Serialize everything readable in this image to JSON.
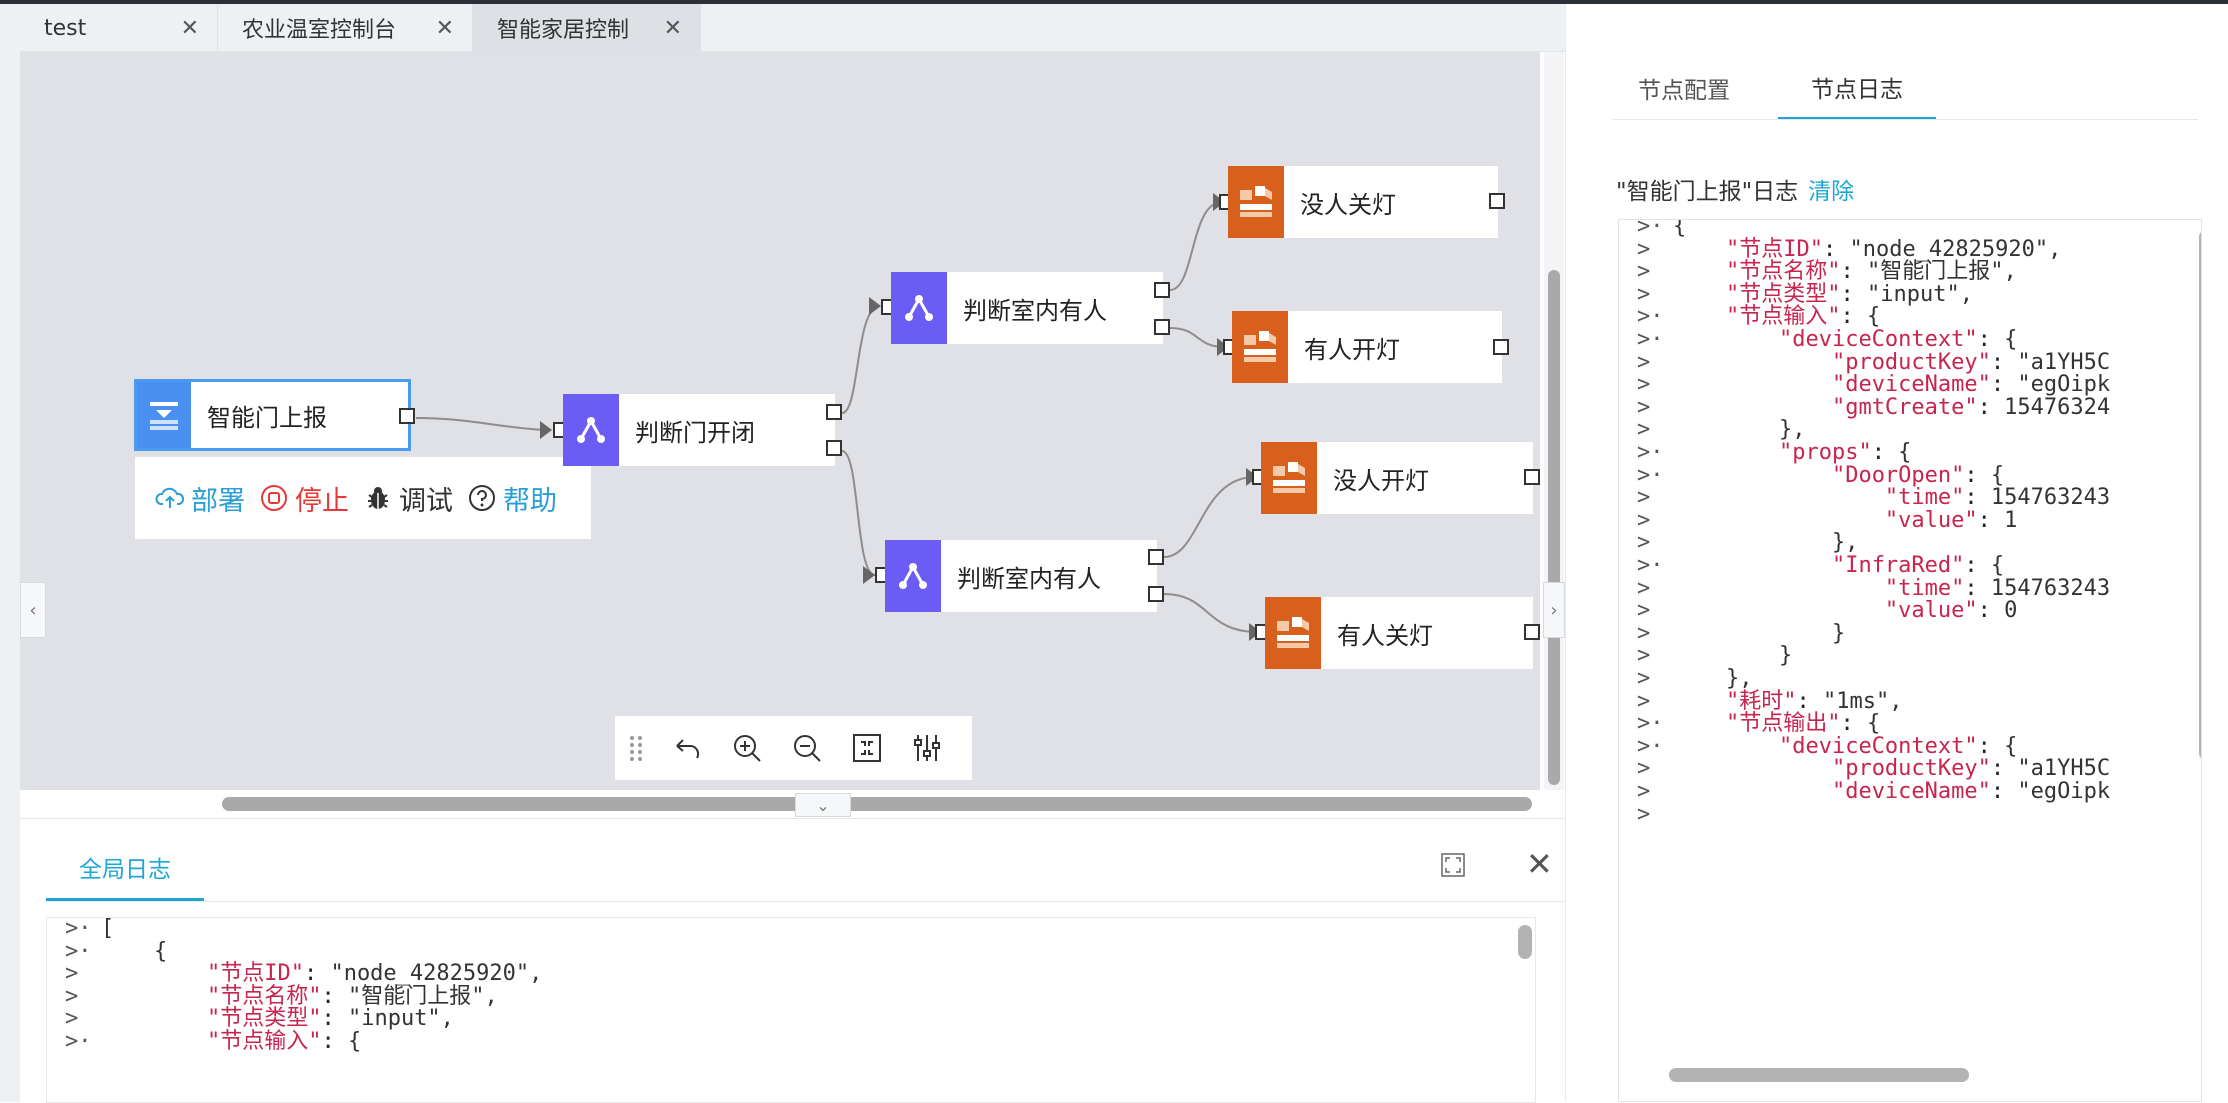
{
  "tabs": [
    {
      "label": "test"
    },
    {
      "label": "农业温室控制台"
    },
    {
      "label": "智能家居控制"
    }
  ],
  "nodes": {
    "n1": {
      "label": "智能门上报",
      "type": "input"
    },
    "n2": {
      "label": "判断门开闭",
      "type": "switch"
    },
    "n3": {
      "label": "判断室内有人",
      "type": "switch"
    },
    "n4": {
      "label": "判断室内有人",
      "type": "switch"
    },
    "n5": {
      "label": "没人关灯",
      "type": "output"
    },
    "n6": {
      "label": "有人开灯",
      "type": "output"
    },
    "n7": {
      "label": "没人开灯",
      "type": "output"
    },
    "n8": {
      "label": "有人关灯",
      "type": "output"
    }
  },
  "node_menu": {
    "deploy": "部署",
    "stop": "停止",
    "debug": "调试",
    "help": "帮助"
  },
  "toolbar": {
    "items": [
      "drag-handle-icon",
      "undo-icon",
      "zoom-in-icon",
      "zoom-out-icon",
      "fit-view-icon",
      "settings-sliders-icon"
    ]
  },
  "bottom_panel": {
    "tab_label": "全局日志",
    "lines": [
      {
        "g": ">·",
        "t": "["
      },
      {
        "g": ">·",
        "t": "    {"
      },
      {
        "g": ">",
        "t": "        \"节点ID\": \"node_42825920\","
      },
      {
        "g": ">",
        "t": "        \"节点名称\": \"智能门上报\","
      },
      {
        "g": ">",
        "t": "        \"节点类型\": \"input\","
      },
      {
        "g": ">·",
        "t": "        \"节点输入\": {"
      }
    ]
  },
  "right_panel": {
    "tab_config": "节点配置",
    "tab_log": "节点日志",
    "log_title": "\"智能门上报\"日志",
    "clear_label": "清除",
    "lines": [
      {
        "g": ">·",
        "t": "{"
      },
      {
        "g": ">",
        "t": "    \"节点ID\": \"node_42825920\","
      },
      {
        "g": ">",
        "t": "    \"节点名称\": \"智能门上报\","
      },
      {
        "g": ">",
        "t": "    \"节点类型\": \"input\","
      },
      {
        "g": ">·",
        "t": "    \"节点输入\": {"
      },
      {
        "g": ">·",
        "t": "        \"deviceContext\": {"
      },
      {
        "g": ">",
        "t": "            \"productKey\": \"a1YH5C"
      },
      {
        "g": ">",
        "t": "            \"deviceName\": \"egOipk"
      },
      {
        "g": ">",
        "t": "            \"gmtCreate\": 15476324"
      },
      {
        "g": ">",
        "t": "        },"
      },
      {
        "g": ">·",
        "t": "        \"props\": {"
      },
      {
        "g": ">·",
        "t": "            \"DoorOpen\": {"
      },
      {
        "g": ">",
        "t": "                \"time\": 154763243"
      },
      {
        "g": ">",
        "t": "                \"value\": 1"
      },
      {
        "g": ">",
        "t": "            },"
      },
      {
        "g": ">·",
        "t": "            \"InfraRed\": {"
      },
      {
        "g": ">",
        "t": "                \"time\": 154763243"
      },
      {
        "g": ">",
        "t": "                \"value\": 0"
      },
      {
        "g": ">",
        "t": "            }"
      },
      {
        "g": ">",
        "t": "        }"
      },
      {
        "g": ">",
        "t": "    },"
      },
      {
        "g": ">",
        "t": "    \"耗时\": \"1ms\","
      },
      {
        "g": ">·",
        "t": "    \"节点输出\": {"
      },
      {
        "g": ">·",
        "t": "        \"deviceContext\": {"
      },
      {
        "g": ">",
        "t": "            \"productKey\": \"a1YH5C"
      },
      {
        "g": ">",
        "t": "            \"deviceName\": \"egOipk"
      },
      {
        "g": ">",
        "t": ""
      }
    ]
  },
  "colors": {
    "accent": "#1ea6d6",
    "input_node": "#4a90f0",
    "switch_node": "#6b5cf6",
    "output_node": "#d9601c",
    "canvas_bg": "#dfe1e6",
    "stop_red": "#e53935"
  }
}
